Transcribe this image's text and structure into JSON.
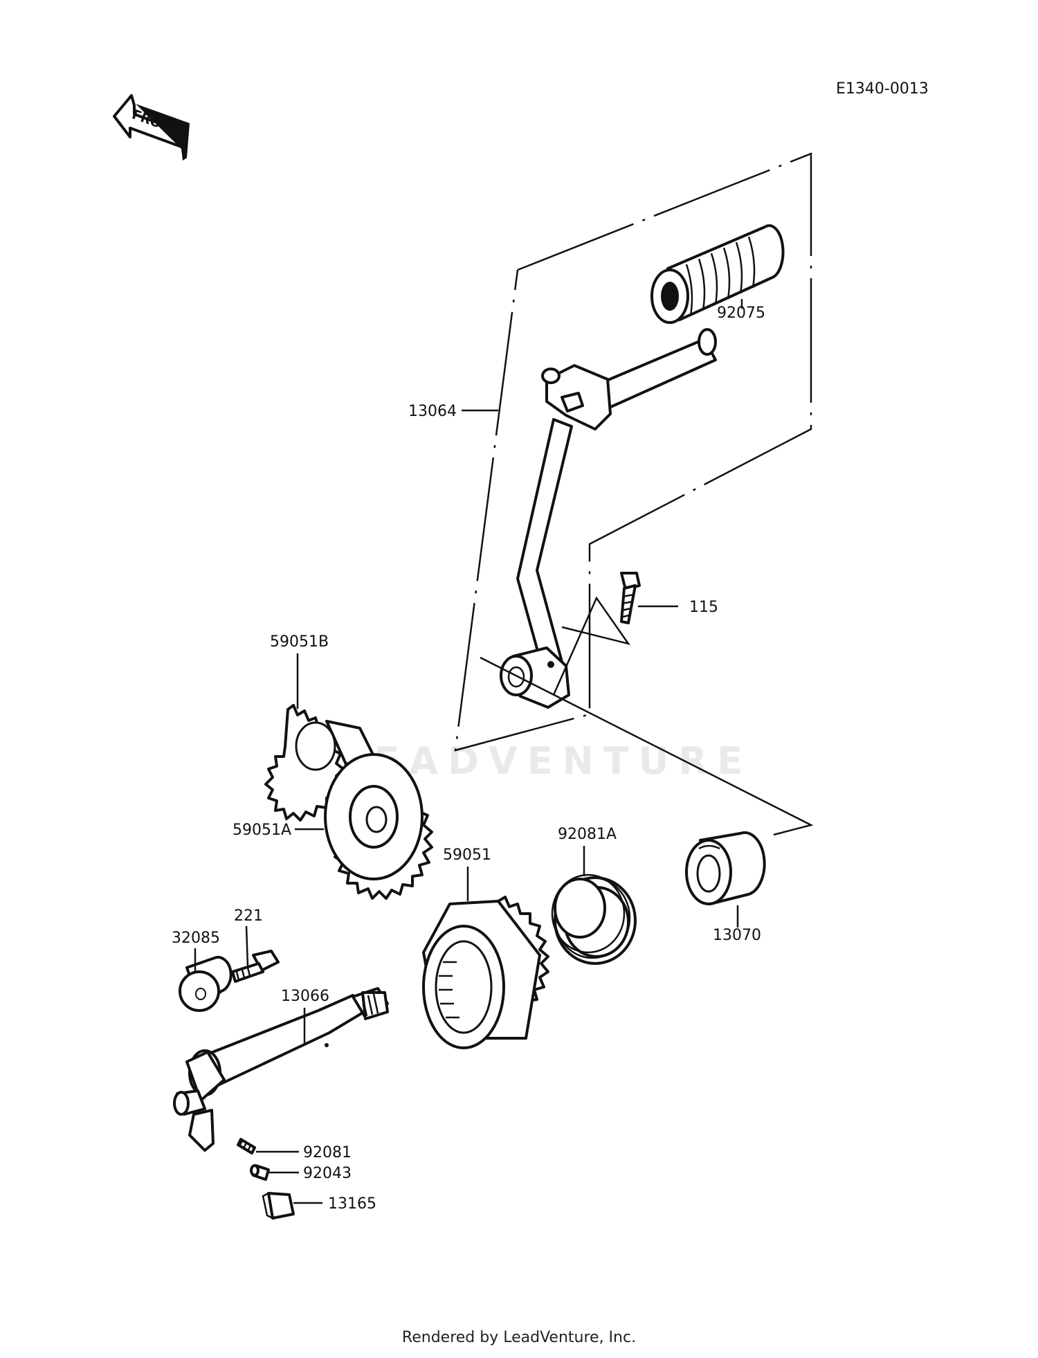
{
  "diagram_code": "E1340-0013",
  "front_label": "FRONT",
  "watermark": "LEADVENTURE",
  "footer": "Rendered by LeadVenture, Inc.",
  "callouts": {
    "p13064": "13064",
    "p92075": "92075",
    "p115": "115",
    "p59051B": "59051B",
    "p59051A": "59051A",
    "p59051": "59051",
    "p92081A": "92081A",
    "p13070": "13070",
    "p221": "221",
    "p32085": "32085",
    "p13066": "13066",
    "p92081": "92081",
    "p92043": "92043",
    "p13165": "13165"
  }
}
